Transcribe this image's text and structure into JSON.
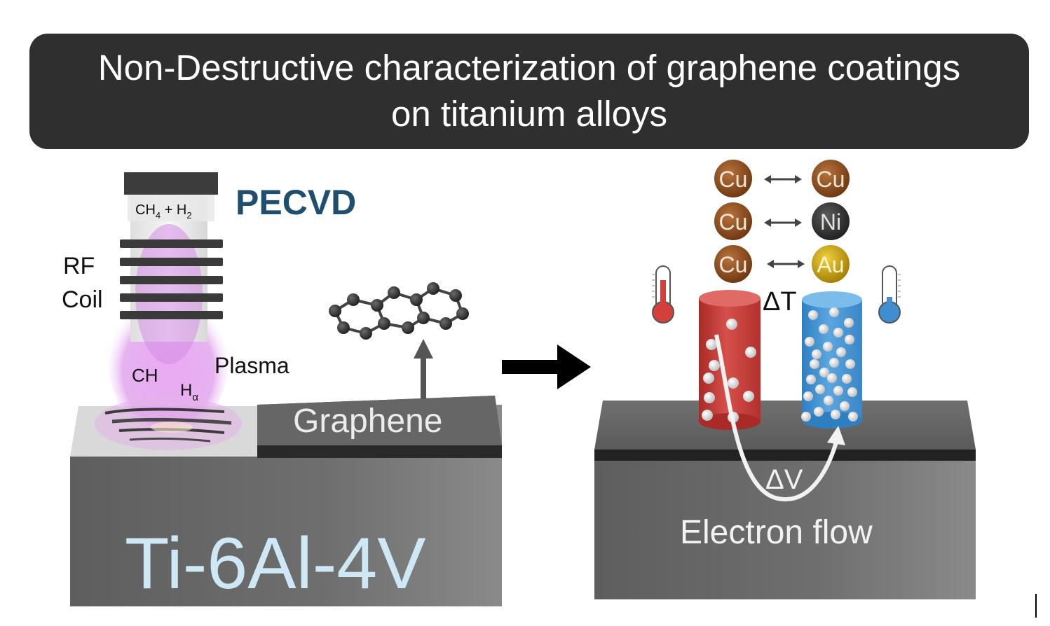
{
  "title": {
    "line1": "Non-Destructive characterization of graphene coatings",
    "line2": "on titanium alloys"
  },
  "left_panel": {
    "method": "PECVD",
    "gas_inlet": "CH4 + H2",
    "coil_label_line1": "RF",
    "coil_label_line2": "Coil",
    "plasma_label": "Plasma",
    "species_1": "CH",
    "species_2": "Hα",
    "coating_label": "Graphene",
    "substrate_label": "Ti-6Al-4V"
  },
  "right_panel": {
    "probe_pairs": [
      {
        "left": "Cu",
        "right": "Cu"
      },
      {
        "left": "Cu",
        "right": "Ni"
      },
      {
        "left": "Cu",
        "right": "Au"
      }
    ],
    "delta_t": "ΔT",
    "delta_v": "ΔV",
    "flow_label": "Electron flow"
  },
  "colors": {
    "banner": "#2f2f2f",
    "pecvd_text": "#1f4e6e",
    "substrate_text": "#cfe8f5",
    "hot_probe": "#c93a37",
    "cold_probe": "#3f8fd0",
    "copper": "#8a4a1c",
    "nickel": "#333333",
    "gold": "#c9a010",
    "plasma": "#d98ae8"
  }
}
